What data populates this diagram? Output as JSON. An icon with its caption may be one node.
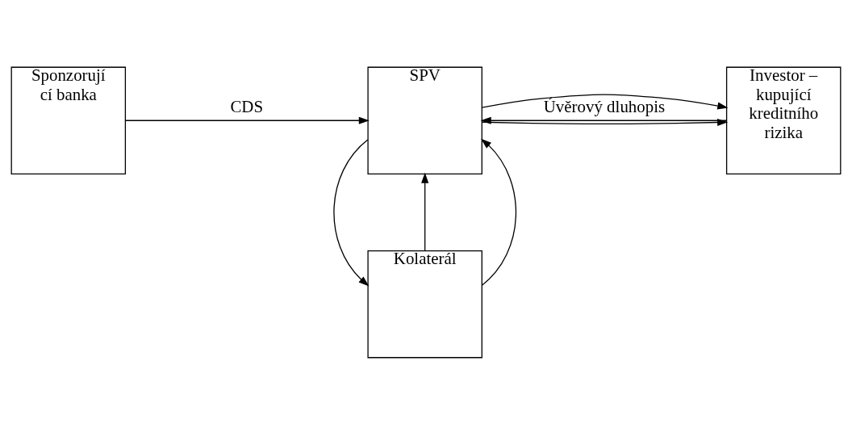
{
  "diagram": {
    "nodes": [
      {
        "text": [
          "Sponzorují cí banka"
        ]
      },
      {
        "text": [
          "SPV"
        ]
      },
      {
        "text": [
          "Investor – kupující kreditního rizika"
        ]
      },
      {
        "text": [
          "Kolaterál"
        ]
      }
    ],
    "edges": [
      {
        "from": 0,
        "to": 1,
        "arrow": "to",
        "label": "CDS"
      },
      {
        "from": 2,
        "to": 1,
        "arrow": "to",
        "label": "Úvěrový dluhopis"
      },
      {
        "from": 1,
        "to": 2,
        "arrow": "to"
      },
      {
        "from": 1,
        "to": 2,
        "arrow": "to"
      },
      {
        "from": 1,
        "to": 3,
        "arrow": "to"
      },
      {
        "from": 3,
        "to": 1,
        "arrow": "to"
      },
      {
        "from": 3,
        "to": 1,
        "arrow": "to"
      }
    ]
  }
}
